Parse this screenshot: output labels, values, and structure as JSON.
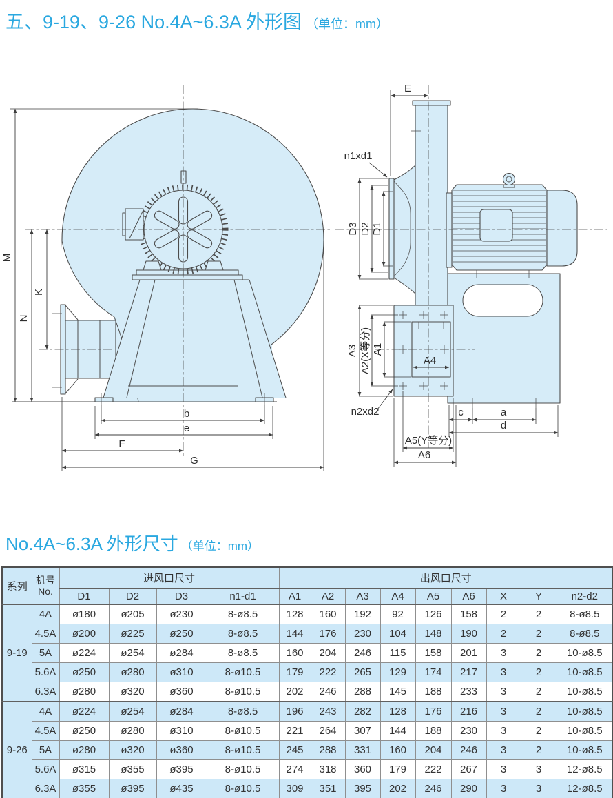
{
  "page": {
    "title": "五、9-19、9-26 No.4A~6.3A 外形图",
    "title_unit": "（单位：mm）",
    "subtitle": "No.4A~6.3A 外形尺寸",
    "subtitle_unit": "（单位：mm）",
    "accent_color": "#2aa8e0",
    "drawing_fill_color": "#d6ecf8",
    "table_band_color": "#cde8f8"
  },
  "drawing": {
    "front": {
      "M": "M",
      "N": "N",
      "K": "K",
      "b": "b",
      "e": "e",
      "F": "F",
      "G": "G"
    },
    "side": {
      "E": "E",
      "n1d1": "n1xd1",
      "D1": "D1",
      "D2": "D2",
      "D3": "D3",
      "A1": "A1",
      "A2": "A2(X等分)",
      "A3": "A3",
      "A4": "A4",
      "A5": "A5(Y等分)",
      "A6": "A6",
      "n2d2": "n2xd2",
      "c": "c",
      "a": "a",
      "d": "d"
    }
  },
  "table": {
    "headers": {
      "series": "系列",
      "model_line1": "机号",
      "model_line2": "No.",
      "inlet_group": "进风口尺寸",
      "outlet_group": "出风口尺寸",
      "inlet_cols": [
        "D1",
        "D2",
        "D3",
        "n1-d1"
      ],
      "outlet_cols": [
        "A1",
        "A2",
        "A3",
        "A4",
        "A5",
        "A6",
        "X",
        "Y",
        "n2-d2"
      ]
    },
    "groups": [
      {
        "series": "9-19",
        "rows": [
          {
            "model": "4A",
            "cells": [
              "ø180",
              "ø205",
              "ø230",
              "8-ø8.5",
              "128",
              "160",
              "192",
              "92",
              "126",
              "158",
              "2",
              "2",
              "8-ø8.5"
            ]
          },
          {
            "model": "4.5A",
            "cells": [
              "ø200",
              "ø225",
              "ø250",
              "8-ø8.5",
              "144",
              "176",
              "230",
              "104",
              "148",
              "190",
              "2",
              "2",
              "8-ø8.5"
            ]
          },
          {
            "model": "5A",
            "cells": [
              "ø224",
              "ø254",
              "ø284",
              "8-ø8.5",
              "160",
              "204",
              "246",
              "115",
              "158",
              "201",
              "3",
              "2",
              "10-ø8.5"
            ]
          },
          {
            "model": "5.6A",
            "cells": [
              "ø250",
              "ø280",
              "ø310",
              "8-ø10.5",
              "179",
              "222",
              "265",
              "129",
              "174",
              "217",
              "3",
              "2",
              "10-ø8.5"
            ]
          },
          {
            "model": "6.3A",
            "cells": [
              "ø280",
              "ø320",
              "ø360",
              "8-ø10.5",
              "202",
              "246",
              "288",
              "145",
              "188",
              "233",
              "3",
              "2",
              "10-ø8.5"
            ]
          }
        ]
      },
      {
        "series": "9-26",
        "rows": [
          {
            "model": "4A",
            "cells": [
              "ø224",
              "ø254",
              "ø284",
              "8-ø8.5",
              "196",
              "243",
              "282",
              "128",
              "176",
              "216",
              "3",
              "2",
              "10-ø8.5"
            ]
          },
          {
            "model": "4.5A",
            "cells": [
              "ø250",
              "ø280",
              "ø310",
              "8-ø10.5",
              "221",
              "264",
              "307",
              "144",
              "188",
              "230",
              "3",
              "2",
              "10-ø8.5"
            ]
          },
          {
            "model": "5A",
            "cells": [
              "ø280",
              "ø320",
              "ø360",
              "8-ø10.5",
              "245",
              "288",
              "331",
              "160",
              "204",
              "246",
              "3",
              "2",
              "10-ø8.5"
            ]
          },
          {
            "model": "5.6A",
            "cells": [
              "ø315",
              "ø355",
              "ø395",
              "8-ø10.5",
              "274",
              "318",
              "360",
              "179",
              "222",
              "267",
              "3",
              "3",
              "12-ø8.5"
            ]
          },
          {
            "model": "6.3A",
            "cells": [
              "ø355",
              "ø395",
              "ø435",
              "8-ø10.5",
              "309",
              "351",
              "395",
              "202",
              "246",
              "290",
              "3",
              "3",
              "12-ø8.5"
            ]
          }
        ]
      }
    ]
  }
}
